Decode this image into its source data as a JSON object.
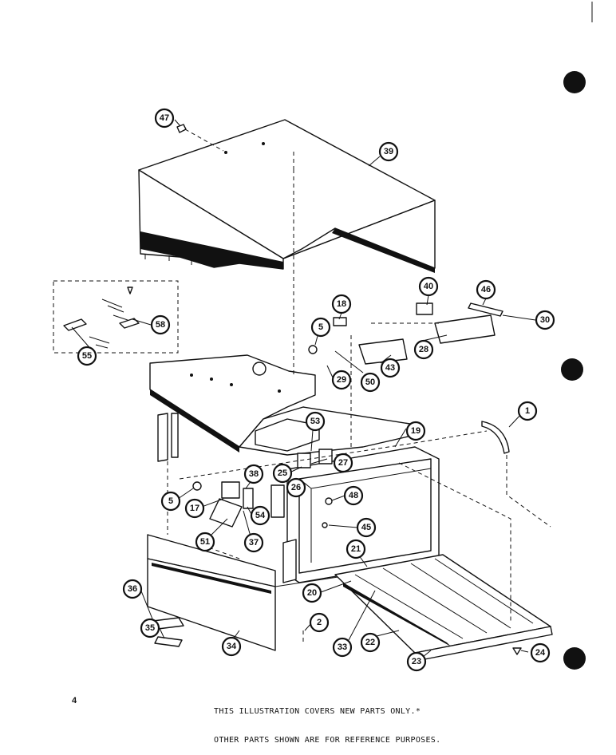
{
  "page": {
    "number": "4",
    "footnote_line1": "THIS ILLUSTRATION COVERS NEW PARTS ONLY.*",
    "footnote_line2": "OTHER PARTS SHOWN ARE FOR REFERENCE PURPOSES."
  },
  "callouts": [
    {
      "id": "c47",
      "label": "47"
    },
    {
      "id": "c39",
      "label": "39"
    },
    {
      "id": "c58",
      "label": "58"
    },
    {
      "id": "c55",
      "label": "55"
    },
    {
      "id": "c18",
      "label": "18"
    },
    {
      "id": "c40",
      "label": "40"
    },
    {
      "id": "c46",
      "label": "46"
    },
    {
      "id": "c30",
      "label": "30"
    },
    {
      "id": "c5a",
      "label": "5"
    },
    {
      "id": "c29",
      "label": "29"
    },
    {
      "id": "c50",
      "label": "50"
    },
    {
      "id": "c43",
      "label": "43"
    },
    {
      "id": "c28",
      "label": "28"
    },
    {
      "id": "c53",
      "label": "53"
    },
    {
      "id": "c1",
      "label": "1"
    },
    {
      "id": "c19",
      "label": "19"
    },
    {
      "id": "c27",
      "label": "27"
    },
    {
      "id": "c25",
      "label": "25"
    },
    {
      "id": "c26",
      "label": "26"
    },
    {
      "id": "c38",
      "label": "38"
    },
    {
      "id": "c5b",
      "label": "5"
    },
    {
      "id": "c17",
      "label": "17"
    },
    {
      "id": "c54",
      "label": "54"
    },
    {
      "id": "c48",
      "label": "48"
    },
    {
      "id": "c45",
      "label": "45"
    },
    {
      "id": "c51",
      "label": "51"
    },
    {
      "id": "c37",
      "label": "37"
    },
    {
      "id": "c21",
      "label": "21"
    },
    {
      "id": "c36",
      "label": "36"
    },
    {
      "id": "c20",
      "label": "20"
    },
    {
      "id": "c35",
      "label": "35"
    },
    {
      "id": "c2",
      "label": "2"
    },
    {
      "id": "c34",
      "label": "34"
    },
    {
      "id": "c33",
      "label": "33"
    },
    {
      "id": "c22",
      "label": "22"
    },
    {
      "id": "c23",
      "label": "23"
    },
    {
      "id": "c24",
      "label": "24"
    }
  ]
}
